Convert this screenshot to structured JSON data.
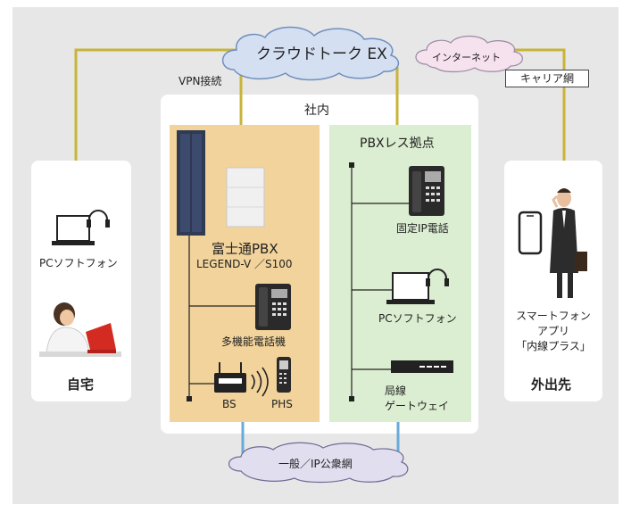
{
  "cloud": "クラウドトーク EX",
  "internet": "インターネット",
  "carrier": "キャリア網",
  "vpn": "VPN接続",
  "office": "社内",
  "pbx_less": "PBXレス拠点",
  "pbx_name": "富士通PBX",
  "pbx_model": "LEGEND-V ／S100",
  "multi_phone": "多機能電話機",
  "bs": "BS",
  "phs": "PHS",
  "fixed_ip_phone": "固定IP電話",
  "pc_softphone_branch": "PCソフトフォン",
  "gateway": "局線\nゲートウェイ",
  "pc_softphone_home": "PCソフトフォン",
  "home": "自宅",
  "smartphone_app": "スマートフォン\nアプリ\n「内線プラス」",
  "outside": "外出先",
  "public_net": "一般／IP公衆網",
  "colors": {
    "vpn_line": "#c8b43a",
    "office_bg": "#f2d39b",
    "branch_bg": "#dbeed1",
    "cloud": "#d4dff2",
    "internet_cloud": "#f6e1ee",
    "public_cloud": "#e1def0",
    "public_line": "#6aaad9"
  }
}
